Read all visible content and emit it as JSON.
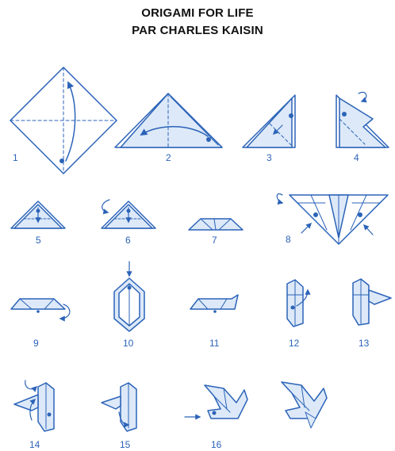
{
  "header": {
    "line1": "ORIGAMI FOR LIFE",
    "line2": "PAR CHARLES KAISIN"
  },
  "theme": {
    "line_color": "#2b63b8",
    "fill_color": "#dde9f8",
    "text_color": "#111111"
  },
  "steps": [
    {
      "label": "1",
      "figure": "square-diamond-fold-arrow"
    },
    {
      "label": "2",
      "figure": "triangle-fold-arrow"
    },
    {
      "label": "3",
      "figure": "right-triangle-fold"
    },
    {
      "label": "4",
      "figure": "right-triangle-turn-over"
    },
    {
      "label": "5",
      "figure": "small-triangle-down-arrow"
    },
    {
      "label": "6",
      "figure": "small-triangle-turn-over"
    },
    {
      "label": "7",
      "figure": "trapezoid-flat"
    },
    {
      "label": "8",
      "figure": "wide-triangle-inside-folds"
    },
    {
      "label": "9",
      "figure": "flat-shape-rotate"
    },
    {
      "label": "10",
      "figure": "hexagon-push-down"
    },
    {
      "label": "11",
      "figure": "flat-shape"
    },
    {
      "label": "12",
      "figure": "bird-body-fold-up"
    },
    {
      "label": "13",
      "figure": "bird-body"
    },
    {
      "label": "14",
      "figure": "bird-turn-over"
    },
    {
      "label": "15",
      "figure": "bird-wing-fold"
    },
    {
      "label": "16",
      "figure": "bird-inside-reverse"
    },
    {
      "label": "",
      "figure": "finished-dove"
    }
  ]
}
